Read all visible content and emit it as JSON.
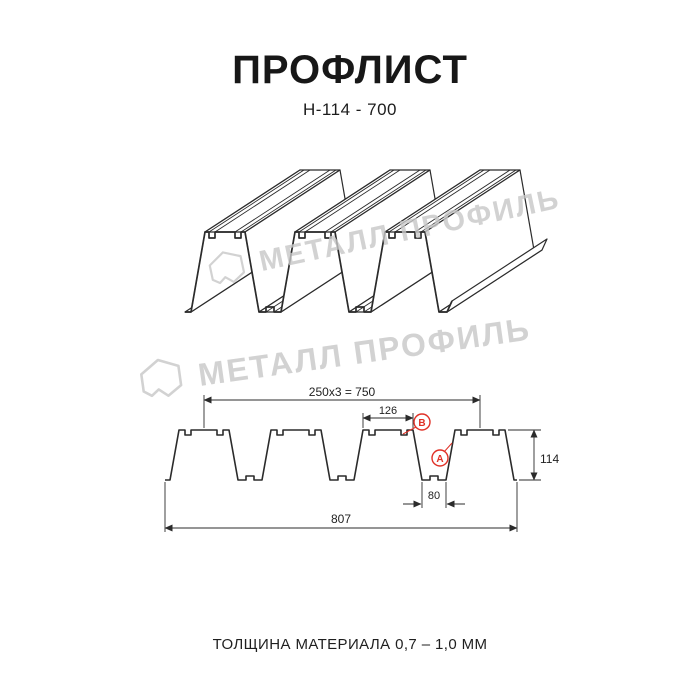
{
  "header": {
    "title": "ПРОФЛИСТ",
    "subtitle": "Н-114 - 700"
  },
  "watermark": {
    "text": "МЕТАЛЛ ПРОФИЛЬ",
    "logo": "metall-profil-pentagon-mark"
  },
  "diagram": {
    "dims": {
      "pitch": "250x3 = 750",
      "flange": "126",
      "trough": "80",
      "total": "807",
      "height": "114"
    },
    "markers": {
      "b": "В",
      "a": "А"
    },
    "colors": {
      "line": "#2b2b2b",
      "marker_red": "#e03127",
      "watermark_gray": "#c8c8c8"
    }
  },
  "footer": {
    "note": "ТОЛЩИНА МАТЕРИАЛА 0,7 – 1,0 ММ"
  }
}
